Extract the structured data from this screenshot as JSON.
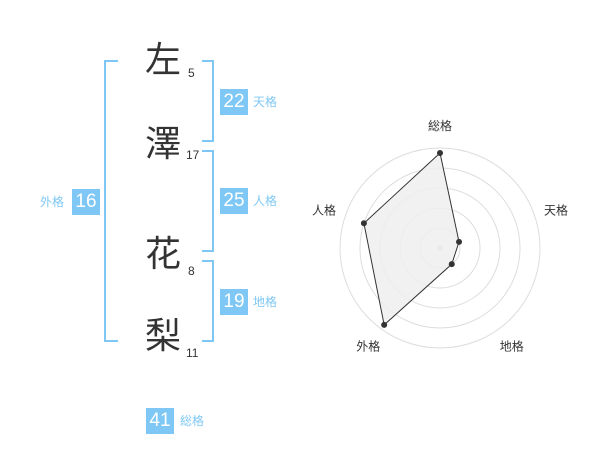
{
  "name": {
    "chars": [
      {
        "char": "左",
        "strokes": "5"
      },
      {
        "char": "澤",
        "strokes": "17"
      },
      {
        "char": "花",
        "strokes": "8"
      },
      {
        "char": "梨",
        "strokes": "11"
      }
    ]
  },
  "scores": {
    "tenkaku": {
      "label": "天格",
      "value": "22"
    },
    "jinkaku": {
      "label": "人格",
      "value": "25"
    },
    "chikaku": {
      "label": "地格",
      "value": "19"
    },
    "gaikaku": {
      "label": "外格",
      "value": "16"
    },
    "soukaku": {
      "label": "総格",
      "value": "41"
    }
  },
  "chart_data": {
    "type": "radar",
    "axes": [
      "総格",
      "天格",
      "地格",
      "外格",
      "人格"
    ],
    "values": [
      0.95,
      0.2,
      0.2,
      0.95,
      0.8
    ],
    "range": [
      0,
      1
    ],
    "rings": 5,
    "colors": {
      "fill": "#efefef",
      "line": "#333333",
      "ring": "#dddddd",
      "center": "#cccccc"
    }
  },
  "colors": {
    "accent": "#7fc8f5",
    "text": "#333333"
  }
}
